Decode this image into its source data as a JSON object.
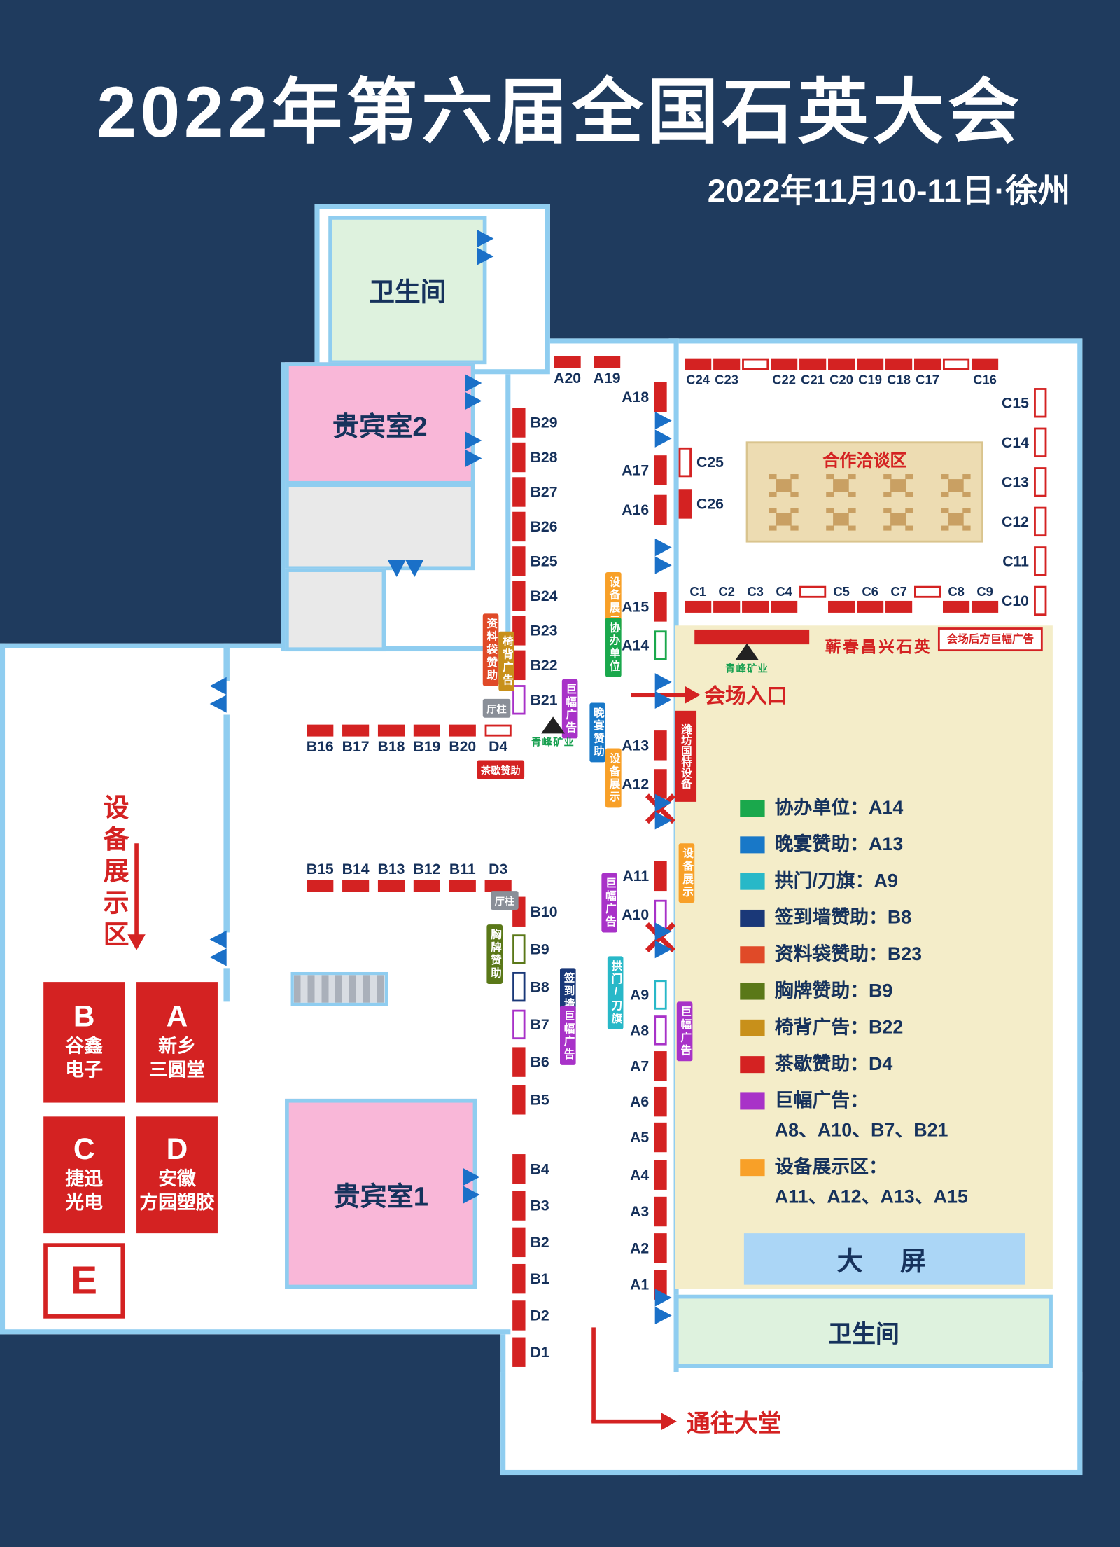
{
  "title": "2022年第六届全国石英大会",
  "subtitle": "2022年11月10-11日·徐州",
  "rooms": {
    "restroom_top": "卫生间",
    "vip_room_2": "贵宾室2",
    "vip_room_1": "贵宾室1",
    "restroom_bottom": "卫生间",
    "negotiation_area": "合作洽谈区",
    "big_screen": "大　屏"
  },
  "annotations": {
    "entrance": "会场入口",
    "to_lobby": "通往大堂",
    "equipment_zone": "设备展示区",
    "rear_banner": "会场后方巨幅广告",
    "qichun_quartz": "蕲春昌兴石英",
    "weifang_guote": "潍坊国特设备",
    "qingfeng_mining": "青峰矿业",
    "pillar": "厅柱"
  },
  "tags": {
    "equip_a15": "设备展示",
    "coorg_a14": "协办单位",
    "banquet_a13": "晚宴赞助",
    "equip_a12": "设备展示",
    "equip_a11": "设备展示",
    "banner_a10": "巨幅广告",
    "arch_a9": "拱门/刀旗",
    "banner_a8": "巨幅广告",
    "bag_b23": "资料袋赞助",
    "chair_b22": "椅背广告",
    "banner_b21": "巨幅广告",
    "tea_d4": "茶歇赞助",
    "badge_b9": "胸牌赞助",
    "signwall_b8": "签到墙",
    "banner_b7": "巨幅广告"
  },
  "booths": {
    "a_top": [
      {
        "id": "A20"
      },
      {
        "id": "A19"
      }
    ],
    "a_g1": [
      {
        "id": "A18"
      }
    ],
    "a_g2": [
      {
        "id": "A17"
      },
      {
        "id": "A16"
      }
    ],
    "a_g3": [
      {
        "id": "A15"
      },
      {
        "id": "A14",
        "type": "green"
      }
    ],
    "a_g4": [
      {
        "id": "A13"
      },
      {
        "id": "A12"
      }
    ],
    "a_g5": [
      {
        "id": "A11"
      },
      {
        "id": "A10",
        "type": "purple"
      }
    ],
    "a_g6": [
      {
        "id": "A9",
        "type": "cyan"
      },
      {
        "id": "A8",
        "type": "purple"
      },
      {
        "id": "A7"
      },
      {
        "id": "A6"
      },
      {
        "id": "A5"
      }
    ],
    "a_g7": [
      {
        "id": "A4"
      },
      {
        "id": "A3"
      },
      {
        "id": "A2"
      },
      {
        "id": "A1"
      }
    ],
    "b_upper": [
      {
        "id": "B29"
      },
      {
        "id": "B28"
      },
      {
        "id": "B27"
      },
      {
        "id": "B26"
      },
      {
        "id": "B25"
      },
      {
        "id": "B24"
      },
      {
        "id": "B23"
      },
      {
        "id": "B22"
      },
      {
        "id": "B21",
        "type": "purple"
      }
    ],
    "b_mid": [
      {
        "id": "B10"
      },
      {
        "id": "B9",
        "type": "olive"
      },
      {
        "id": "B8",
        "type": "navy"
      },
      {
        "id": "B7",
        "type": "purple"
      },
      {
        "id": "B6"
      },
      {
        "id": "B5"
      }
    ],
    "b_bottom": [
      {
        "id": "B4"
      },
      {
        "id": "B3"
      },
      {
        "id": "B2"
      },
      {
        "id": "B1"
      },
      {
        "id": "D2"
      },
      {
        "id": "D1"
      }
    ],
    "b_row1": [
      {
        "id": "B16"
      },
      {
        "id": "B17"
      },
      {
        "id": "B18"
      },
      {
        "id": "B19"
      },
      {
        "id": "B20"
      },
      {
        "id": "D4",
        "type": "outline"
      }
    ],
    "b_row2": [
      {
        "id": "B15"
      },
      {
        "id": "B14"
      },
      {
        "id": "B13"
      },
      {
        "id": "B12"
      },
      {
        "id": "B11"
      },
      {
        "id": "D3"
      }
    ],
    "c_top": [
      {
        "id": "C24"
      },
      {
        "id": "C23"
      },
      {
        "id": "",
        "type": "outline"
      },
      {
        "id": "C22"
      },
      {
        "id": "C21"
      },
      {
        "id": "C20"
      },
      {
        "id": "C19"
      },
      {
        "id": "C18"
      },
      {
        "id": "C17"
      },
      {
        "id": "",
        "type": "outline"
      },
      {
        "id": "C16"
      }
    ],
    "c_right": [
      {
        "id": "C15",
        "type": "outline"
      },
      {
        "id": "C14",
        "type": "outline"
      },
      {
        "id": "C13",
        "type": "outline"
      },
      {
        "id": "C12",
        "type": "outline"
      },
      {
        "id": "C11",
        "type": "outline"
      },
      {
        "id": "C10",
        "type": "outline"
      }
    ],
    "c_pair": [
      {
        "id": "C25",
        "type": "outline"
      },
      {
        "id": "C26"
      }
    ],
    "c_row": [
      {
        "id": "C1"
      },
      {
        "id": "C2"
      },
      {
        "id": "C3"
      },
      {
        "id": "C4"
      },
      {
        "id": "",
        "type": "outline"
      },
      {
        "id": "C5"
      },
      {
        "id": "C6"
      },
      {
        "id": "C7"
      },
      {
        "id": "",
        "type": "outline"
      },
      {
        "id": "C8"
      },
      {
        "id": "C9"
      }
    ]
  },
  "legend": {
    "items": [
      {
        "color": "#1aa84c",
        "text": "协办单位：A14",
        "text2": ""
      },
      {
        "color": "#1878c8",
        "text": "晚宴赞助：A13",
        "text2": ""
      },
      {
        "color": "#28b8c8",
        "text": "拱门/刀旗：A9",
        "text2": ""
      },
      {
        "color": "#1a3878",
        "text": "签到墙赞助：B8",
        "text2": ""
      },
      {
        "color": "#e04a28",
        "text": "资料袋赞助：B23",
        "text2": ""
      },
      {
        "color": "#5a7818",
        "text": "胸牌赞助：B9",
        "text2": ""
      },
      {
        "color": "#c8901a",
        "text": "椅背广告：B22",
        "text2": ""
      },
      {
        "color": "#d42222",
        "text": "茶歇赞助：D4",
        "text2": ""
      },
      {
        "color": "#a832c8",
        "text": "巨幅广告：",
        "text2": "A8、A10、B7、B21"
      },
      {
        "color": "#f8a028",
        "text": "设备展示区：",
        "text2": "A11、A12、A13、A15"
      }
    ]
  },
  "exhibitors": [
    {
      "letter": "B",
      "line1": "谷鑫",
      "line2": "电子"
    },
    {
      "letter": "A",
      "line1": "新乡",
      "line2": "三圆堂"
    },
    {
      "letter": "C",
      "line1": "捷迅",
      "line2": "光电"
    },
    {
      "letter": "D",
      "line1": "安徽",
      "line2": "方园塑胶"
    },
    {
      "letter": "E",
      "line1": "",
      "line2": ""
    }
  ]
}
